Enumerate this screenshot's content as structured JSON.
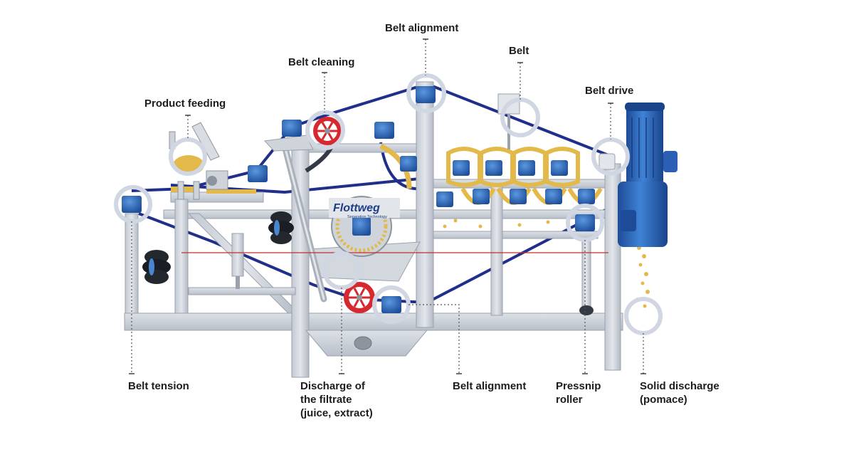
{
  "brand": {
    "name": "Flottweg",
    "tagline": "Separation Technology"
  },
  "labels": {
    "belt_alignment_top": "Belt alignment",
    "belt_cleaning": "Belt cleaning",
    "belt": "Belt",
    "belt_drive": "Belt drive",
    "product_feeding": "Product feeding",
    "belt_tension": "Belt tension",
    "discharge_filtrate": [
      "Discharge of",
      "the filtrate",
      "(juice, extract)"
    ],
    "belt_alignment_bottom": "Belt alignment",
    "pressnip_roller": [
      "Pressnip",
      "roller"
    ],
    "solid_discharge": [
      "Solid discharge",
      "(pomace)"
    ]
  },
  "colors": {
    "frame": "#c9ced6",
    "frame_dark": "#a8afb9",
    "belt": "#1f2f8a",
    "roller_blue": "#2f6fc0",
    "motor_blue": "#2a5fb5",
    "product": "#e3b94a",
    "cleaning_red": "#d8282f",
    "callout_ring": "#d0d7e3",
    "leader": "#555555",
    "tension_line": "#c0302a"
  }
}
